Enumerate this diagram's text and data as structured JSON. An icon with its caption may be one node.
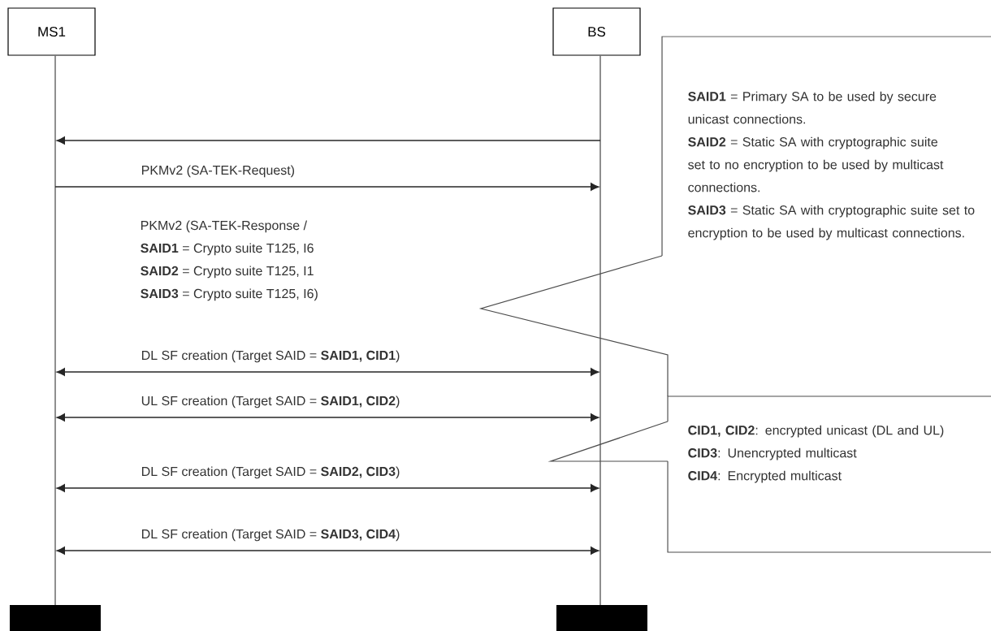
{
  "diagram": {
    "nodes": [
      {
        "text": [
          "MS1"
        ]
      },
      {
        "text": [
          "BS"
        ]
      },
      {
        "text": [
          "**SAID1** = Primary SA to be used by secure unicast connections.",
          "**SAID2** = Static SA with cryptographic suite set to no encryption to be used by multicast connections.",
          "**SAID3** = Static SA with cryptographic suite set to encryption to be used by multicast connections."
        ]
      },
      {
        "text": [
          "**CID1, CID2**: encrypted unicast (DL and UL)",
          "**CID3**: Unencrypted multicast",
          "**CID4**: Encrypted multicast"
        ]
      },
      {
        "text": [],
        "shape": "lifeline"
      },
      {
        "text": [],
        "shape": "lifeline"
      },
      {
        "text": [],
        "shape": "bar"
      },
      {
        "text": [],
        "shape": "bar"
      }
    ],
    "edges": [
      {
        "from": 5,
        "to": 4,
        "arrow": "to"
      },
      {
        "from": 4,
        "to": 5,
        "arrow": "to",
        "label": "PKMv2 (SA-TEK-Request)"
      },
      {
        "from": 4,
        "to": 5,
        "arrow": "both",
        "label": "DL SF creation (Target SAID = **SAID1, CID1**)"
      },
      {
        "from": 4,
        "to": 5,
        "arrow": "both",
        "label": "UL SF creation (Target SAID = **SAID1, CID2**)"
      },
      {
        "from": 4,
        "to": 5,
        "arrow": "both",
        "label": "DL SF creation (Target SAID = **SAID2, CID3**)"
      },
      {
        "from": 4,
        "to": 5,
        "arrow": "both",
        "label": "DL SF creation (Target SAID = **SAID3, CID4**)"
      }
    ],
    "labels": [
      "PKMv2 (SA-TEK-Response /",
      "**SAID1** = Crypto suite T125, I6",
      "**SAID2** = Crypto suite T125, I1",
      "**SAID3** = Crypto suite T125, I6)"
    ]
  }
}
